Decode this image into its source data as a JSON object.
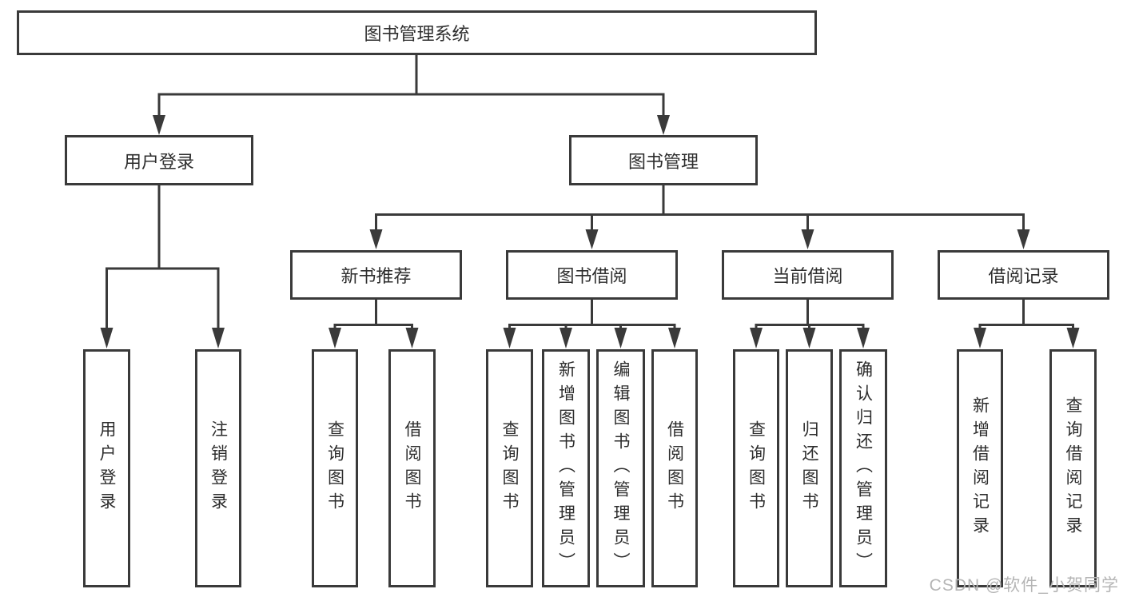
{
  "diagram": {
    "colors": {
      "line": "#3a3a3a",
      "text": "#2d2d2d",
      "bg": "#ffffff",
      "watermark": "#b5b5b5"
    },
    "watermark": "CSDN @软件_小贺同学",
    "nodes": {
      "root": {
        "label": "图书管理系统"
      },
      "user_login": {
        "label": "用户登录"
      },
      "book_mgmt": {
        "label": "图书管理"
      },
      "new_book_rec": {
        "label": "新书推荐"
      },
      "book_borrow": {
        "label": "图书借阅"
      },
      "current_borrow": {
        "label": "当前借阅"
      },
      "borrow_records": {
        "label": "借阅记录"
      },
      "leaf_user_login": {
        "label": "用户登录"
      },
      "leaf_logout": {
        "label": "注销登录"
      },
      "leaf_query_book_1": {
        "label": "查询图书"
      },
      "leaf_borrow_book_1": {
        "label": "借阅图书"
      },
      "leaf_query_book_2": {
        "label": "查询图书"
      },
      "leaf_add_book": {
        "label": "新增图书（管理员）"
      },
      "leaf_edit_book": {
        "label": "编辑图书（管理员）"
      },
      "leaf_borrow_book_2": {
        "label": "借阅图书"
      },
      "leaf_query_book_3": {
        "label": "查询图书"
      },
      "leaf_return_book": {
        "label": "归还图书"
      },
      "leaf_confirm_return": {
        "label": "确认归还（管理员）"
      },
      "leaf_add_record": {
        "label": "新增借阅记录"
      },
      "leaf_query_record": {
        "label": "查询借阅记录"
      }
    }
  }
}
